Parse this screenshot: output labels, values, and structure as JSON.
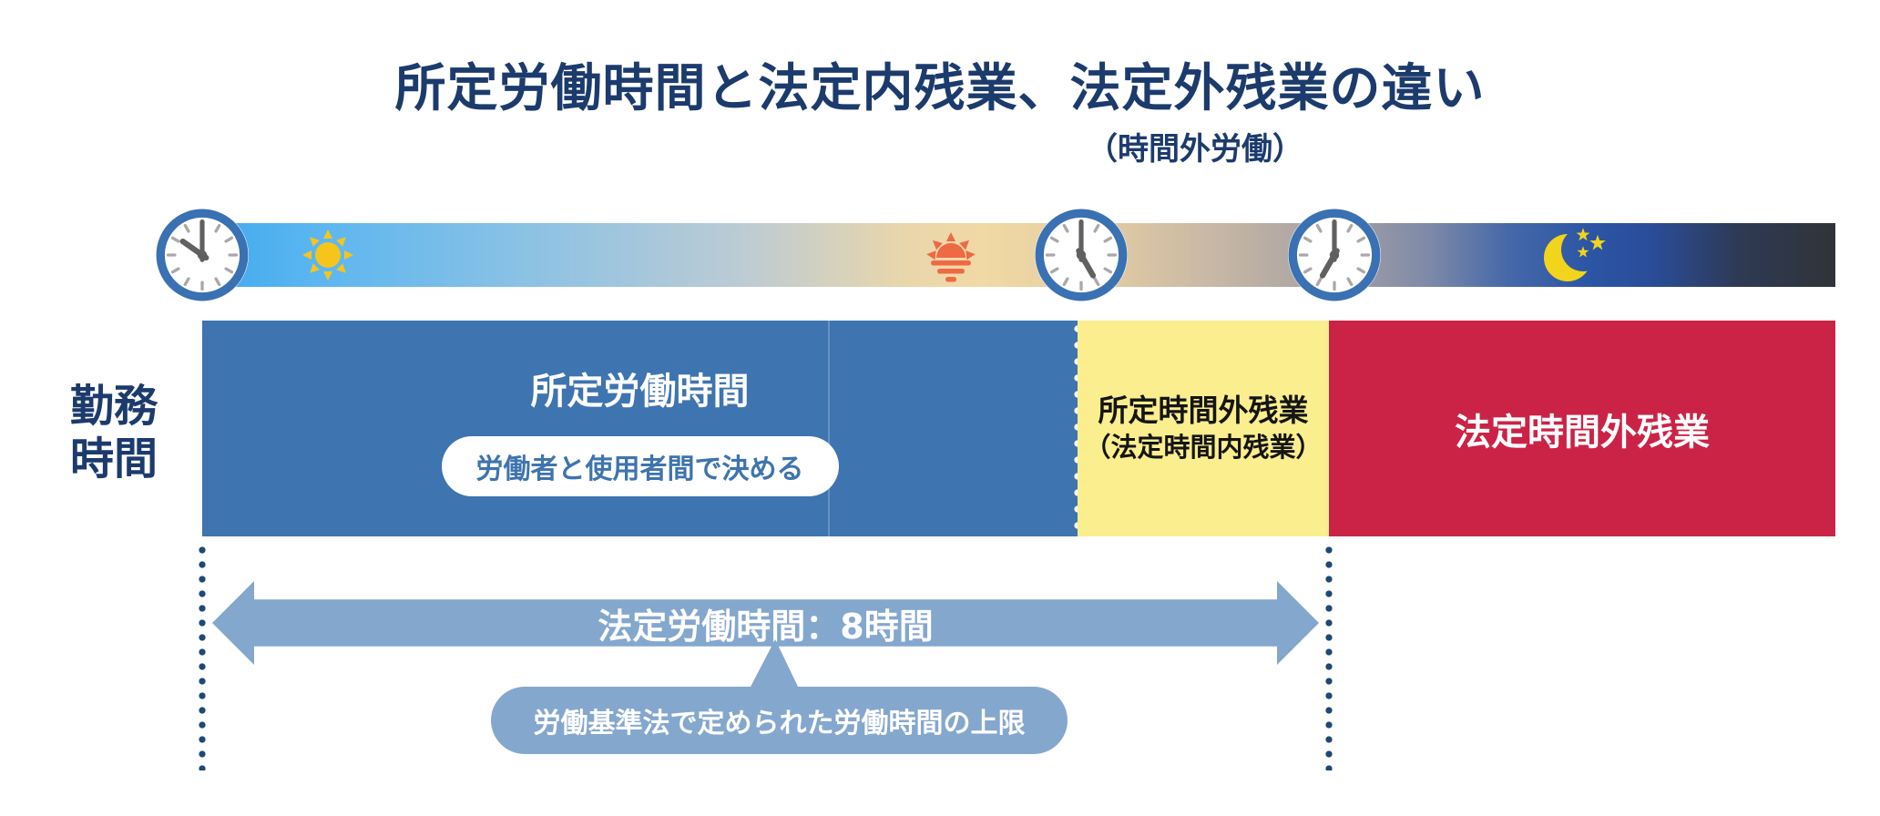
{
  "header": {
    "title": "所定労働時間と法定内残業、法定外残業の違い",
    "subtitle": "（時間外労働）"
  },
  "row_label": {
    "line1": "勤務",
    "line2": "時間"
  },
  "timeline": {
    "icons": [
      "clock-icon",
      "sun-icon",
      "sunset-icon",
      "clock-icon",
      "clock-icon",
      "moon-icon"
    ],
    "clock_times_depicted": [
      "10:00",
      "5:00",
      "7:00"
    ]
  },
  "bar": {
    "segments": [
      {
        "name": "shotei-rodo-jikan",
        "label": "所定労働時間",
        "badge": "労働者と使用者間で決める",
        "color": "#3E74AF"
      },
      {
        "name": "shotei-jikangai-zangyo",
        "label": "所定時間外残業",
        "sublabel": "（法定時間内残業）",
        "color": "#FAEE8E"
      },
      {
        "name": "hotei-jikangai-zangyo",
        "label": "法定時間外残業",
        "color": "#CB2346"
      }
    ]
  },
  "statutory": {
    "arrow_label": "法定労働時間：8時間",
    "callout": "労働基準法で定められた労働時間の上限",
    "arrow_color": "#84A7CE"
  },
  "colors": {
    "title_navy": "#1C3B6D",
    "dot_navy": "#1E4875",
    "clock_ring_blue": "#3A71B3",
    "sun_yellow": "#F6C51C",
    "sunset_orange": "#ED6A45",
    "moon_yellow": "#F2D41C",
    "sky_start": "#3FA9EE",
    "night_end": "#303338"
  }
}
